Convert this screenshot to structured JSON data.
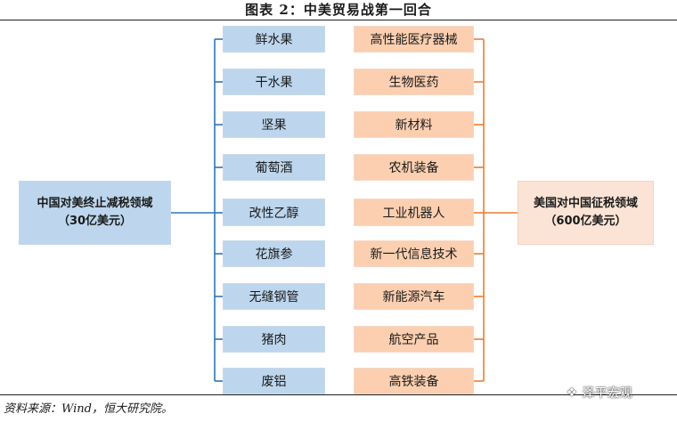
{
  "title": "图表 2：中美贸易战第一回合",
  "left_main": {
    "line1": "中国对美终止减税领域",
    "line2": "（30亿美元）"
  },
  "right_main": {
    "line1": "美国对中国征税领域",
    "line2": "（600亿美元）"
  },
  "china_items": [
    "鲜水果",
    "干水果",
    "坚果",
    "葡萄酒",
    "改性乙醇",
    "花旗参",
    "无缝钢管",
    "猪肉",
    "废铝"
  ],
  "us_items": [
    "高性能医疗器械",
    "生物医药",
    "新材料",
    "农机装备",
    "工业机器人",
    "新一代信息技术",
    "新能源汽车",
    "航空产品",
    "高铁装备"
  ],
  "source": "资料来源：Wind，恒大研究院。",
  "watermark": {
    "icon": "wechat-icon",
    "text": "泽平宏观"
  },
  "colors": {
    "blue_box": "#bdd6ee",
    "orange_box": "#fbcfb0",
    "blue_line": "#2e75b6",
    "orange_line": "#ed7d31"
  }
}
